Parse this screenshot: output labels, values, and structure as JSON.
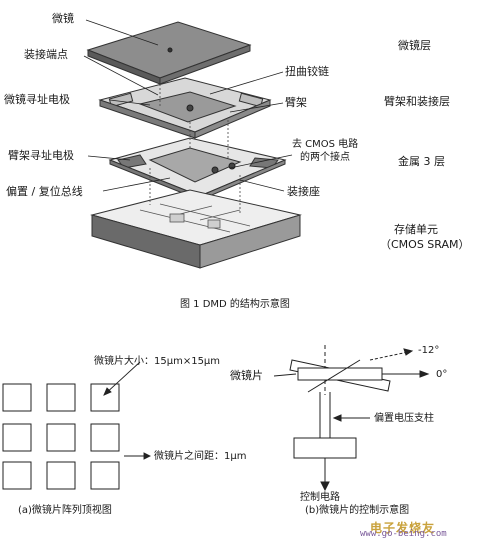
{
  "fig1": {
    "labels": {
      "micromirror": "微镜",
      "mount_point": "装接端点",
      "mirror_address_electrode": "微镜寻址电极",
      "torsion_hinge": "扭曲铰链",
      "yoke": "臂架",
      "yoke_address_electrode": "臂架寻址电极",
      "cmos_contacts_line1": "去 CMOS 电路",
      "cmos_contacts_line2": "的两个接点",
      "bias_reset_bus": "偏置 / 复位总线",
      "mount_base": "装接座"
    },
    "layers": {
      "mirror_layer": "微镜层",
      "yoke_layer": "臂架和装接层",
      "metal3": "金属 3 层",
      "memory_line1": "存储单元",
      "memory_line2": "（CMOS SRAM）"
    },
    "caption": "图 1  DMD 的结构示意图"
  },
  "fig_a": {
    "size_label": "微镜片大小：15μm×15μm",
    "spacing_label": "微镜片之间距：1μm",
    "caption": "(a)微镜片阵列顶视图"
  },
  "fig_b": {
    "angle_label": "-12°",
    "zero_label": "0°",
    "mirror_label": "微镜片",
    "bias_label": "偏置电压支柱",
    "control_label": "控制电路",
    "caption": "(b)微镜片的控制示意图"
  },
  "watermark": {
    "text": "电子发烧友",
    "url": "www.go-being.com"
  }
}
